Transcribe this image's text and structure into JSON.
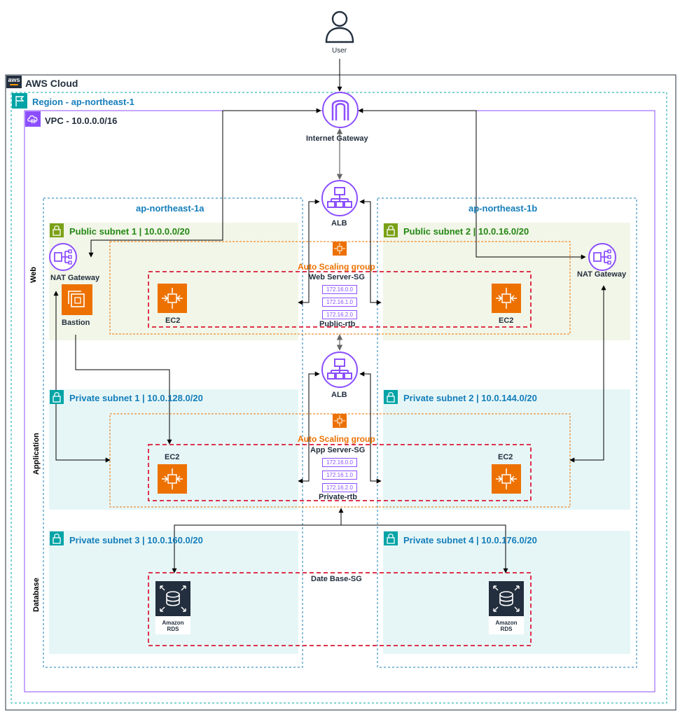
{
  "user": {
    "label": "User",
    "icon": "user-icon"
  },
  "aws_cloud": {
    "label": "AWS Cloud",
    "icon": "aws-logo-icon"
  },
  "region": {
    "label": "Region - ap-northeast-1",
    "icon": "region-flag-icon"
  },
  "vpc": {
    "label": "VPC - 10.0.0.0/16",
    "icon": "vpc-icon"
  },
  "internet_gateway": {
    "label": "Internet Gateway",
    "icon": "internet-gateway-icon"
  },
  "azs": {
    "a": "ap-northeast-1a",
    "b": "ap-northeast-1b"
  },
  "tiers": {
    "web": "Web",
    "application": "Application",
    "database": "Database"
  },
  "subnets": {
    "public1": "Public subnet 1 | 10.0.0.0/20",
    "public2": "Public subnet 2 | 10.0.16.0/20",
    "private1": "Private subnet 1 | 10.0.128.0/20",
    "private2": "Private subnet 2 | 10.0.144.0/20",
    "private3": "Private subnet 3 | 10.0.160.0/20",
    "private4": "Private subnet 4 | 10.0.176.0/20"
  },
  "web": {
    "alb": "ALB",
    "asg": "Auto Scaling group",
    "sg": "Web Server-SG",
    "rtb": "Public-rtb",
    "routes": [
      "172.16.0.0",
      "172.16.1.0",
      "172.16.2.0"
    ],
    "ec2_left": "EC2",
    "ec2_right": "EC2",
    "nat_left": "NAT Gateway",
    "nat_right": "NAT Gateway",
    "bastion": "Bastion"
  },
  "app": {
    "alb": "ALB",
    "asg": "Auto Scaling group",
    "sg": "App Server-SG",
    "rtb": "Private-rtb",
    "routes": [
      "172.16.0.0",
      "172.16.1.0",
      "172.16.2.0"
    ],
    "ec2_left": "EC2",
    "ec2_right": "EC2"
  },
  "db": {
    "sg": "Date Base-SG",
    "rds_left": [
      "Amazon",
      "RDS"
    ],
    "rds_right": [
      "Amazon",
      "RDS"
    ]
  },
  "colors": {
    "cloud_border": "#232f3e",
    "region_border": "#00a4a6",
    "vpc_border": "#8c4fff",
    "az_border": "#147eba",
    "public_fill": "#f2f6e8",
    "public_text": "#248814",
    "private_fill": "#e6f6f7",
    "private_text": "#147eba",
    "asg_orange": "#ed7100",
    "sg_red": "#dd344c",
    "purple": "#8c4fff"
  }
}
